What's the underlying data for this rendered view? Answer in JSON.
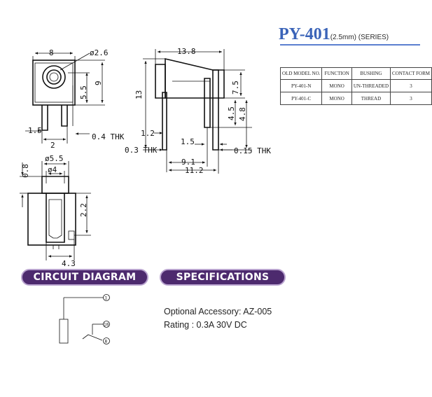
{
  "header": {
    "part_number": "PY-401",
    "part_suffix": "(2.5mm) (SERIES)"
  },
  "model_table": {
    "headers": [
      "OLD MODEL NO.",
      "FUNCTION",
      "BUSHING",
      "CONTACT FORM"
    ],
    "rows": [
      [
        "PY-401-N",
        "MONO",
        "UN-THREADED",
        "3"
      ],
      [
        "PY-401-C",
        "MONO",
        "THREAD",
        "3"
      ]
    ]
  },
  "front_view": {
    "width": "8",
    "hole_dia": "ø2.6",
    "dim_9": "9",
    "dim_5_5": "5.5",
    "dim_1_5": "1.5",
    "dim_2": "2",
    "thk": "0.4 THK"
  },
  "side_view": {
    "length": "13.8",
    "height": "13",
    "dim_7_5": "7.5",
    "dim_4_5": "4.5",
    "dim_4_8": "4.8",
    "dim_1_2": "1.2",
    "dim_1_5": "1.5",
    "dim_9_1": "9.1",
    "dim_11_2": "11.2",
    "thk_left": "0.3 THK",
    "thk_right": "0.15 THK"
  },
  "bottom_view": {
    "outer_dia": "ø5.5",
    "inner_dia": "ø4",
    "dim_0_8": "0.8",
    "dim_2_2": "2.2",
    "dim_4_3": "4.3"
  },
  "sections": {
    "circuit": "CIRCUIT DIAGRAM",
    "specs": "SPECIFICATIONS"
  },
  "circuit": {
    "pin_top": "1",
    "pin_mid": "10",
    "pin_bottom": "8"
  },
  "specifications": {
    "accessory": "Optional Accessory: AZ-005",
    "rating": "Rating : 0.3A 30V DC"
  }
}
